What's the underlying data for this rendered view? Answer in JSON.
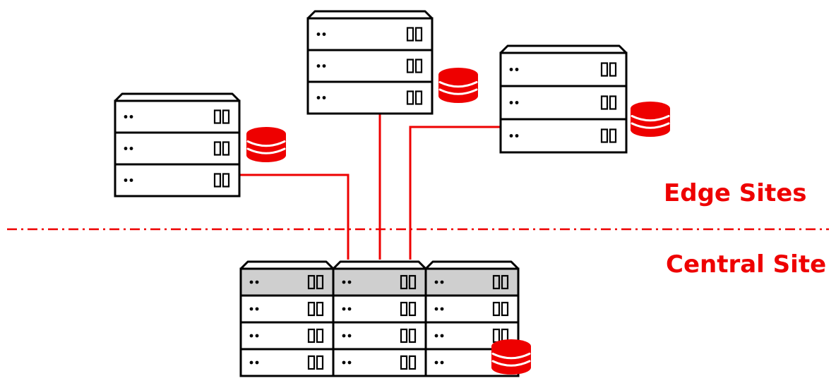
{
  "colors": {
    "accent": "#ee0000",
    "outline": "#000000",
    "unit_fill": "#ffffff",
    "header_unit_fill": "#cfcfcf",
    "divider": "#ee0000"
  },
  "regions": {
    "edge_label": "Edge Sites",
    "central_label": "Central Site"
  },
  "icons": {
    "server": "server-rack-icon",
    "storage": "database-icon"
  },
  "topology": {
    "edge_sites": [
      {
        "units": 3,
        "has_storage": true
      },
      {
        "units": 3,
        "has_storage": true
      },
      {
        "units": 3,
        "has_storage": true
      }
    ],
    "central_site": {
      "racks": 3,
      "units_per_rack": 4,
      "has_storage": true
    },
    "links": 3
  }
}
